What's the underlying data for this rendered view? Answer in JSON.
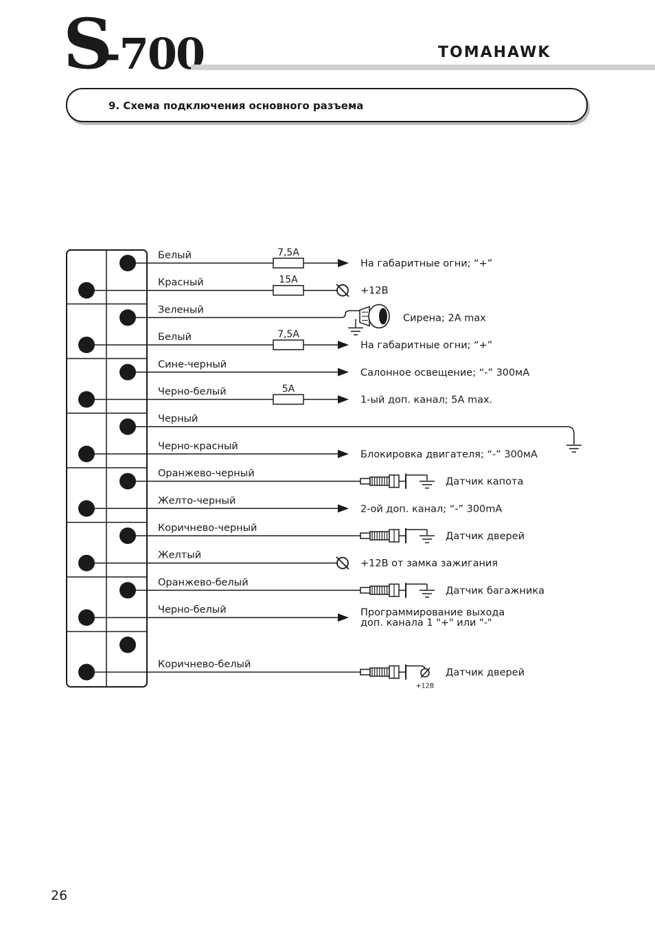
{
  "header": {
    "logo_letter": "S",
    "logo_number": "-700",
    "brand": "TOMAHAWK"
  },
  "section": {
    "title": "9. Схема подключения основного разъема"
  },
  "page_number": "26",
  "wires": [
    {
      "label": "Белый",
      "pin": "right",
      "fuse": "7,5А",
      "end": "arrow",
      "dest": "На габаритные огни; “+”"
    },
    {
      "label": "Красный",
      "pin": "left",
      "fuse": "15А",
      "end": "terminal",
      "dest": "+12В"
    },
    {
      "label": "Зеленый",
      "pin": "right",
      "fuse": null,
      "end": "siren",
      "dest": "Сирена; 2А max"
    },
    {
      "label": "Белый",
      "pin": "left",
      "fuse": "7,5А",
      "end": "arrow",
      "dest": "На габаритные огни; “+”"
    },
    {
      "label": "Сине-черный",
      "pin": "right",
      "fuse": null,
      "end": "arrow",
      "dest": "Салонное освещение; “-” 300мА"
    },
    {
      "label": "Черно-белый",
      "pin": "left",
      "fuse": "5А",
      "end": "arrow",
      "dest": "1-ый доп. канал; 5А max."
    },
    {
      "label": "Черный",
      "pin": "right",
      "fuse": null,
      "end": "ground",
      "dest": ""
    },
    {
      "label": "Черно-красный",
      "pin": "left",
      "fuse": null,
      "end": "arrow",
      "dest": "Блокировка двигателя; “-” 300мА"
    },
    {
      "label": "Оранжево-черный",
      "pin": "right",
      "fuse": null,
      "end": "switch-ground",
      "dest": "Датчик капота"
    },
    {
      "label": "Желто-черный",
      "pin": "left",
      "fuse": null,
      "end": "arrow",
      "dest": "2-ой доп. канал; “-” 300mA"
    },
    {
      "label": "Коричнево-черный",
      "pin": "right",
      "fuse": null,
      "end": "switch-ground",
      "dest": "Датчик дверей"
    },
    {
      "label": "Желтый",
      "pin": "left",
      "fuse": null,
      "end": "terminal",
      "dest": "+12В от замка зажигания"
    },
    {
      "label": "Оранжево-белый",
      "pin": "right",
      "fuse": null,
      "end": "switch-ground",
      "dest": "Датчик багажника"
    },
    {
      "label": "Черно-белый",
      "pin": "left",
      "fuse": null,
      "end": "arrow",
      "dest": "Программирование выхода",
      "dest2": "доп. канала 1 \"+\" или \"-\""
    },
    {
      "label": "",
      "pin": "right",
      "fuse": null,
      "end": "none",
      "dest": ""
    },
    {
      "label": "Коричнево-белый",
      "pin": "left",
      "fuse": null,
      "end": "switch-12v",
      "dest": "Датчик дверей",
      "sub": "+12В"
    }
  ]
}
